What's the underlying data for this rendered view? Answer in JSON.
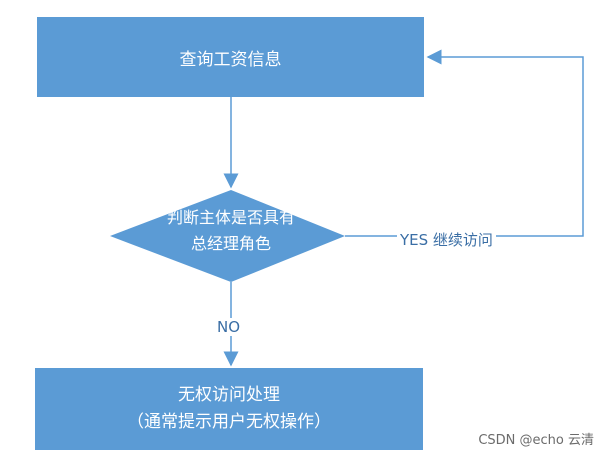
{
  "nodes": {
    "query": "查询工资信息",
    "decision": {
      "line1": "判断主体是否具有",
      "line2": "总经理角色"
    },
    "deny": {
      "line1": "无权访问处理",
      "line2": "（通常提示用户无权操作）"
    }
  },
  "edges": {
    "yes_label": "YES 继续访问",
    "no_label": "NO"
  },
  "watermark": "CSDN @echo 云清",
  "colors": {
    "box_fill": "#5b9bd5",
    "arrow": "#5b9bd5",
    "text_on_box": "#ffffff"
  }
}
